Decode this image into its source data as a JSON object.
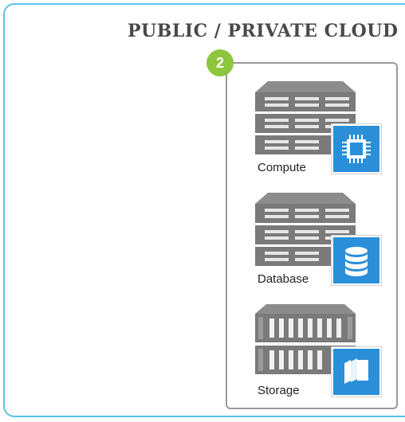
{
  "header": {
    "title": "PUBLIC / PRIVATE CLOUD"
  },
  "panel": {
    "step_number": "2"
  },
  "services": [
    {
      "label": "Compute",
      "icon": "cpu-chip-icon"
    },
    {
      "label": "Database",
      "icon": "database-icon"
    },
    {
      "label": "Storage",
      "icon": "storage-folders-icon"
    }
  ],
  "colors": {
    "frame": "#5bc3ea",
    "badge": "#8cc63f",
    "tile": "#2a8fd8",
    "panel_border": "#9a9a9a"
  }
}
